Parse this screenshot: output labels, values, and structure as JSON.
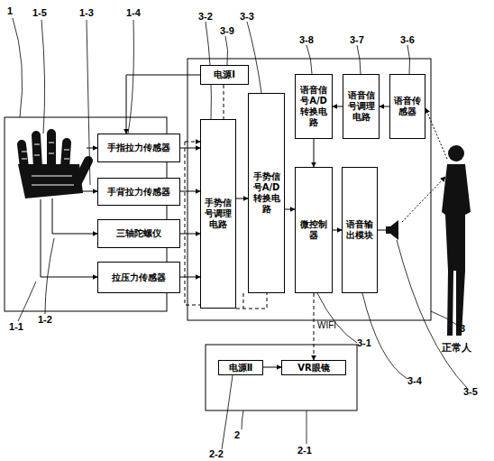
{
  "diagram": {
    "nodes": [
      {
        "text": [
          "手指拉力传感器"
        ]
      },
      {
        "text": [
          "手背拉力传感器"
        ]
      },
      {
        "text": [
          "三轴陀螺仪"
        ]
      },
      {
        "text": [
          "拉压力传感器"
        ]
      },
      {
        "text": [
          "电源Ⅰ"
        ]
      },
      {
        "text": [
          "手势信号调理电路"
        ]
      },
      {
        "text": [
          "手势信号A/D转换电路"
        ]
      },
      {
        "text": [
          "语音信号A/D转换电路"
        ]
      },
      {
        "text": [
          "语音信号调理电路"
        ]
      },
      {
        "text": [
          "语音传感器"
        ]
      },
      {
        "text": [
          "微控制器"
        ]
      },
      {
        "text": [
          "语音输出模块"
        ]
      },
      {
        "text": [
          "电源Ⅱ"
        ]
      },
      {
        "text": [
          "VR眼镜"
        ]
      }
    ],
    "edges": [
      {
        "from": 0,
        "to": 5,
        "arrow": "to"
      },
      {
        "from": 1,
        "to": 5,
        "arrow": "to"
      },
      {
        "from": 2,
        "to": 5,
        "arrow": "to"
      },
      {
        "from": 3,
        "to": 5,
        "arrow": "to"
      },
      {
        "from": 5,
        "to": 6,
        "arrow": "to"
      },
      {
        "from": 6,
        "to": 10,
        "arrow": "to"
      },
      {
        "from": 9,
        "to": 8,
        "arrow": "to"
      },
      {
        "from": 8,
        "to": 7,
        "arrow": "to"
      },
      {
        "from": 7,
        "to": 10,
        "arrow": "to"
      },
      {
        "from": 10,
        "to": 11,
        "arrow": "to"
      },
      {
        "from": 4,
        "to": 0,
        "arrow": "to"
      },
      {
        "from": 10,
        "to": 13,
        "label": "WIFI",
        "arrow": "to"
      },
      {
        "from": 12,
        "to": 13,
        "arrow": "to"
      }
    ],
    "labels": [
      "1",
      "1-5",
      "1-3",
      "1-4",
      "3-9",
      "3-2",
      "3-3",
      "3-8",
      "3-7",
      "3-6",
      "1-2",
      "1-1",
      "3",
      "3-1",
      "3-4",
      "3-5",
      "正常人",
      "2",
      "2-1",
      "2-2"
    ]
  }
}
